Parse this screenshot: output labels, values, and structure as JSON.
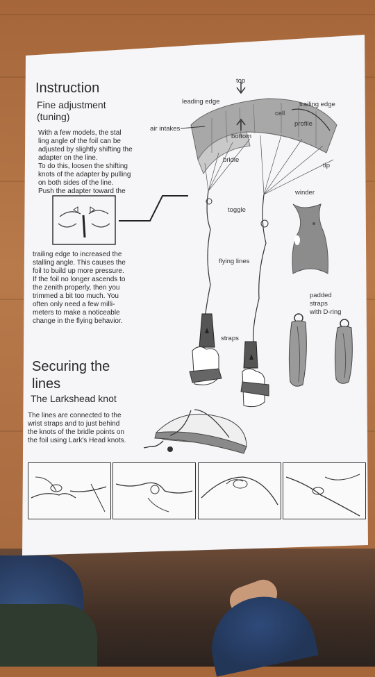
{
  "instruction": {
    "title": "Instruction",
    "subtitle_1": "Fine adjustment",
    "subtitle_2": "(tuning)",
    "para_top": [
      "With a few models, the stal",
      "ling angle of the foil can be",
      "adjusted by slightly shifting the",
      "adapter on the line.",
      "To do this, loosen the shifting",
      "knots of the adapter by pulling",
      "on both sides of the line.",
      "Push the adapter toward the"
    ],
    "para_bottom": [
      "trailing edge to increased the",
      "stalling angle. This causes the",
      "foil to build up more pressure.",
      "If the foil no longer ascends to",
      "the zenith properly, then you",
      "trimmed a bit too much. You",
      "often only need a few milli-",
      "meters to make a noticeable",
      "change in the flying behavior."
    ]
  },
  "diagram": {
    "top": "top",
    "leading_edge": "leading edge",
    "trailing_edge": "trailing edge",
    "cell": "cell",
    "profile": "profile",
    "air_intakes": "air intakes",
    "bottom": "bottom",
    "bridle": "bridle",
    "tip": "tip",
    "winder": "winder",
    "toggle": "toggle",
    "flying_lines": "flying lines",
    "padded_straps": [
      "padded",
      "straps",
      "with D-ring"
    ],
    "straps": "straps"
  },
  "securing": {
    "title_1": "Securing the",
    "title_2": "lines",
    "subtitle": "The Larkshead knot",
    "para": [
      "The lines are connected to the",
      "wrist straps and to just behind",
      "the knots of the bridle points on",
      "the foil using Lark's Head knots."
    ]
  },
  "colors": {
    "paper": "#f6f6f8",
    "ink": "#2a2a2a",
    "wood": "#b87a4a",
    "foil_gray": "#9a9a9a"
  }
}
